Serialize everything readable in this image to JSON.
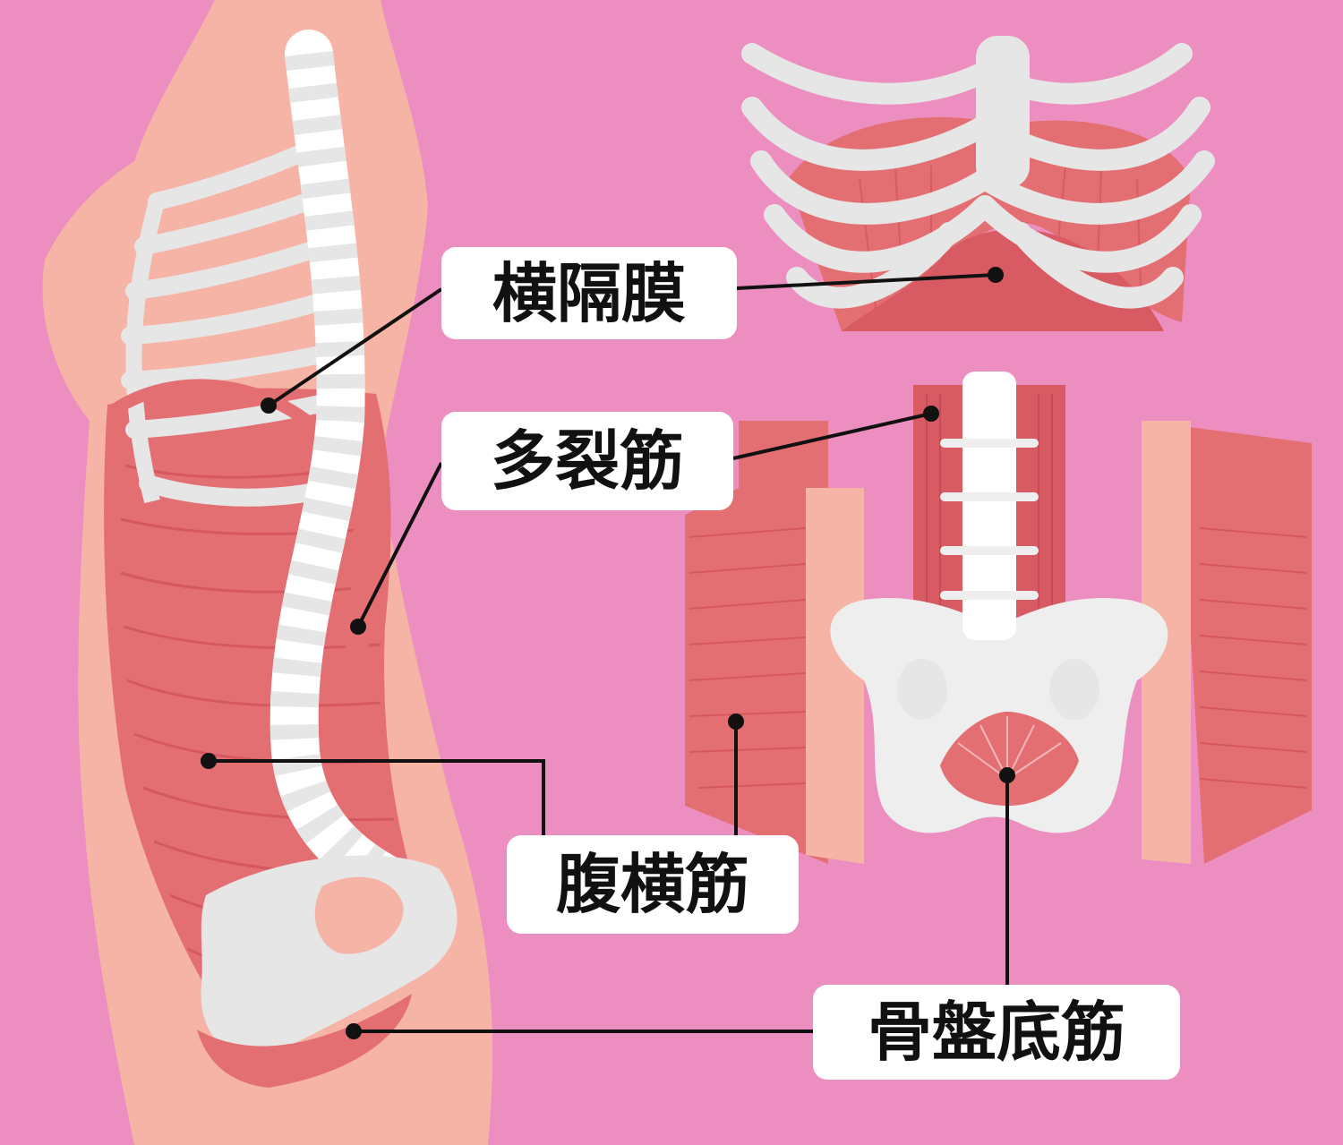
{
  "colors": {
    "background": "#ec8fc0",
    "skin": "#f5b4a6",
    "muscle": "#e46f73",
    "muscle_dark": "#cf4f58",
    "bone": "#e6e6e6",
    "label_bg": "#ffffff",
    "leader_line": "#111111"
  },
  "labels": {
    "diaphragm": "横隔膜",
    "multifidus": "多裂筋",
    "transversus_abdominis": "腹横筋",
    "pelvic_floor": "骨盤底筋"
  }
}
